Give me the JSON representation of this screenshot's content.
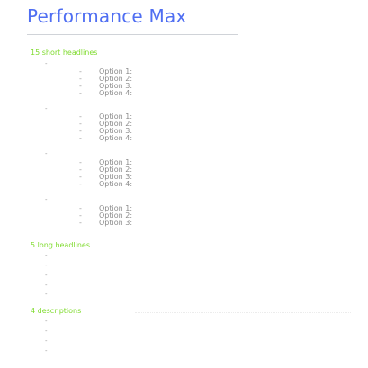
{
  "title": "Performance Max",
  "dash": "-",
  "sections": {
    "short_headlines": {
      "heading": "15 short headlines",
      "groups": [
        [
          "Option 1:",
          "Option 2:",
          "Option 3:",
          "Option 4:"
        ],
        [
          "Option 1:",
          "Option 2:",
          "Option 3:",
          "Option 4:"
        ],
        [
          "Option 1:",
          "Option 2:",
          "Option 3:",
          "Option 4:"
        ],
        [
          "Option 1:",
          "Option 2:",
          "Option 3:"
        ]
      ]
    },
    "long_headlines": {
      "heading": "5 long headlines",
      "item_count": 5
    },
    "descriptions": {
      "heading": "4 descriptions",
      "item_count": 4
    }
  }
}
